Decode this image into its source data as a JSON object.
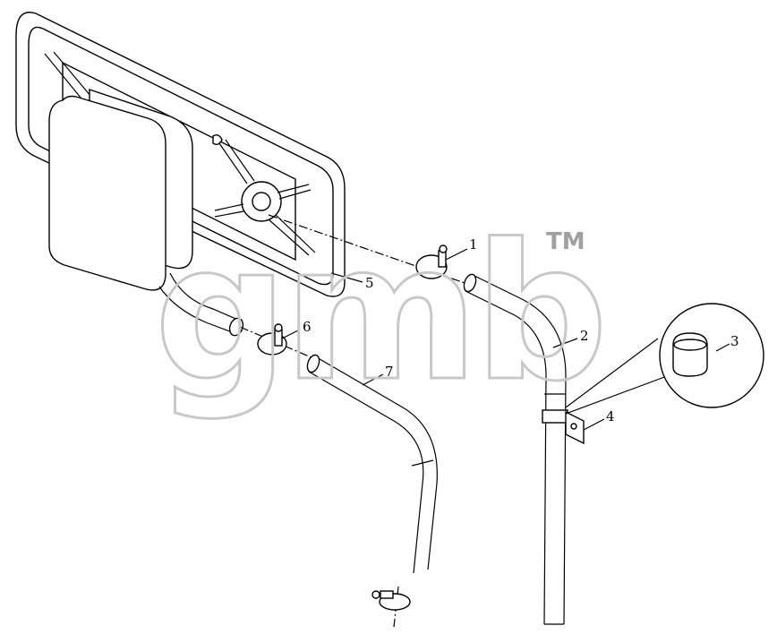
{
  "diagram": {
    "watermark": "gmb",
    "trademark": "TM",
    "callouts": [
      "1",
      "2",
      "3",
      "4",
      "5",
      "6",
      "7"
    ]
  }
}
